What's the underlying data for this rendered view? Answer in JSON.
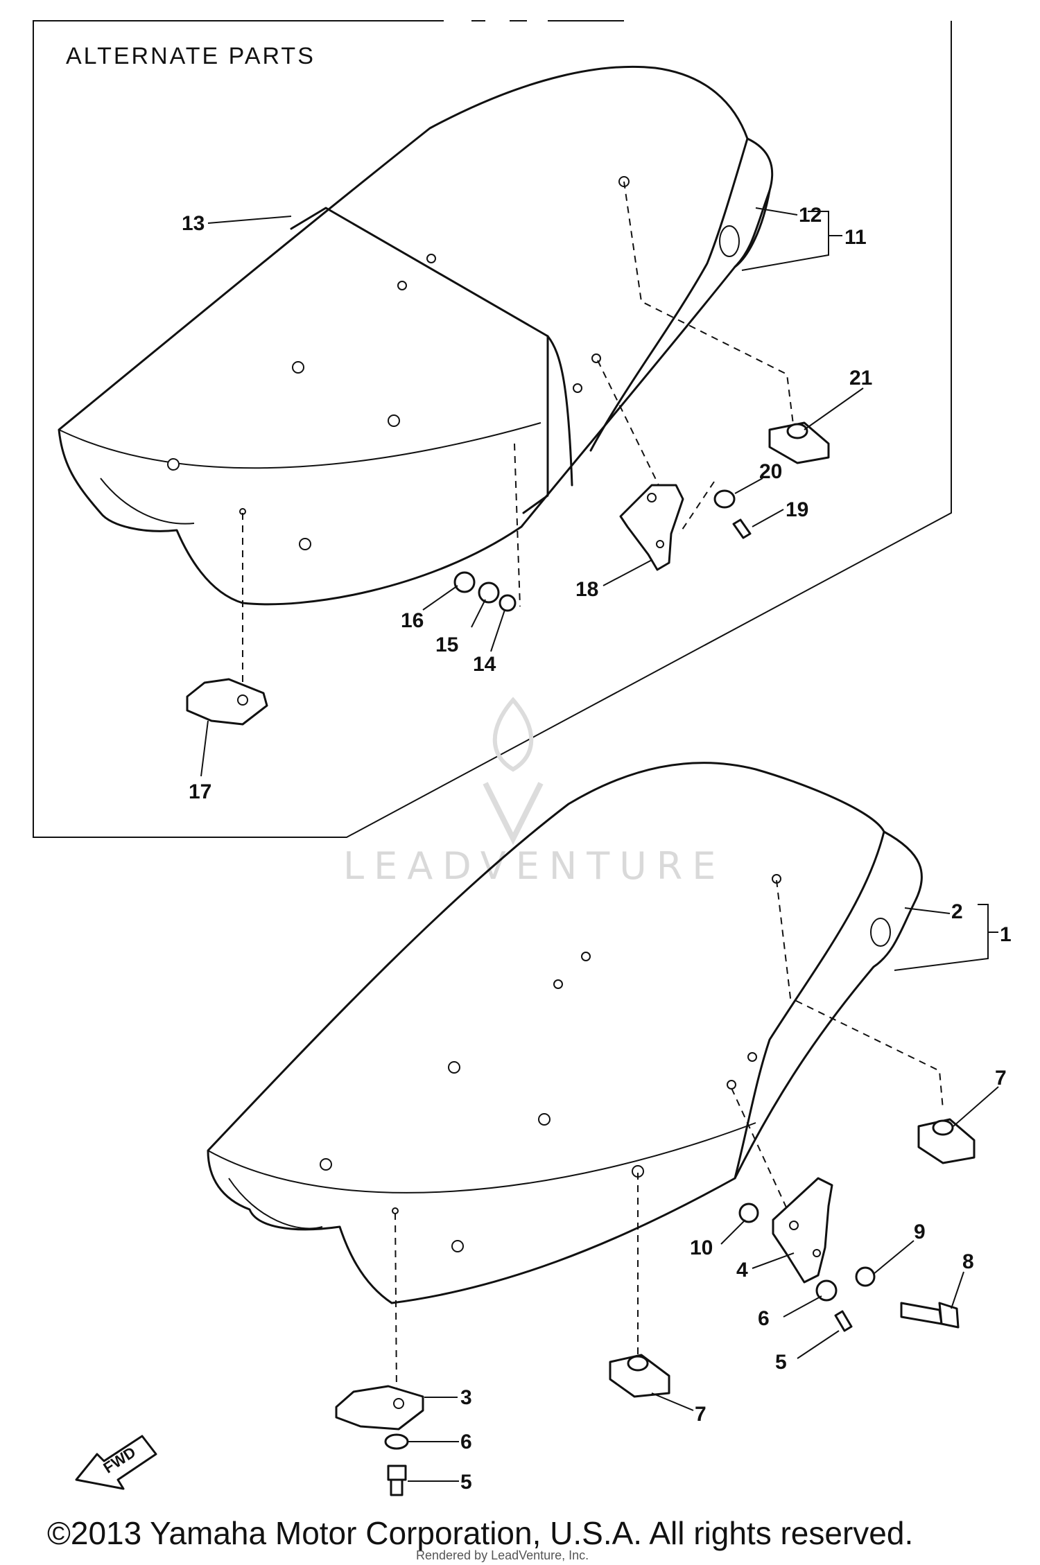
{
  "panel": {
    "title": "ALTERNATE PARTS"
  },
  "callouts": {
    "c1": "1",
    "c2": "2",
    "c3": "3",
    "c4": "4",
    "c5a": "5",
    "c5b": "5",
    "c6a": "6",
    "c6b": "6",
    "c7a": "7",
    "c7b": "7",
    "c8": "8",
    "c9": "9",
    "c10": "10",
    "c11": "11",
    "c12": "12",
    "c13": "13",
    "c14": "14",
    "c15": "15",
    "c16": "16",
    "c17": "17",
    "c18": "18",
    "c19": "19",
    "c20": "20",
    "c21": "21"
  },
  "fwd_label": "FWD",
  "watermark": "LEADVENTURE",
  "copyright": "©2013 Yamaha Motor Corporation, U.S.A. All rights reserved.",
  "credit": "Rendered by LeadVenture, Inc."
}
